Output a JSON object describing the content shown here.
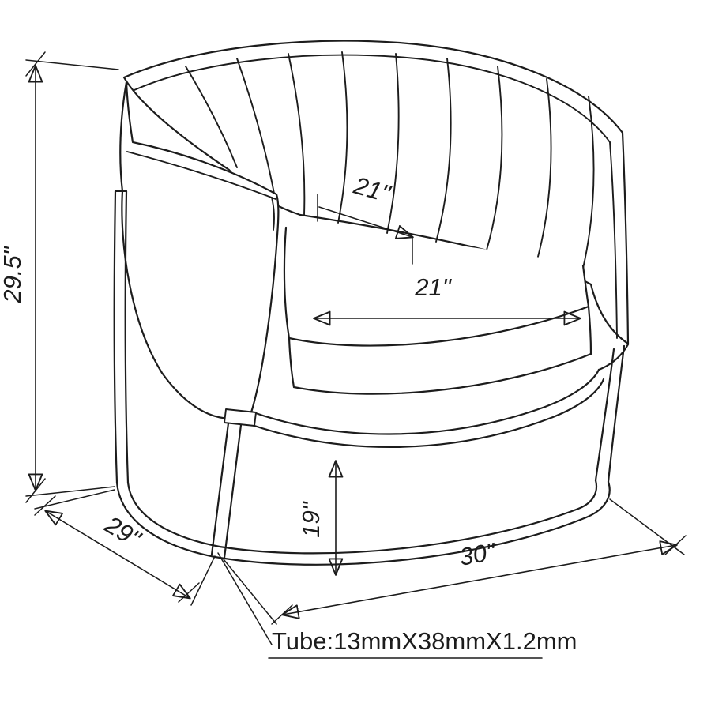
{
  "diagram": {
    "background_color": "#ffffff",
    "line_color": "#1c1c1c",
    "labels": {
      "overall_height": "29.5\"",
      "overall_depth": "29\"",
      "overall_width": "30\"",
      "seat_depth": "21\"",
      "seat_width": "21\"",
      "seat_height": "19\"",
      "tube_note": "Tube:13mmX38mmX1.2mm"
    }
  }
}
